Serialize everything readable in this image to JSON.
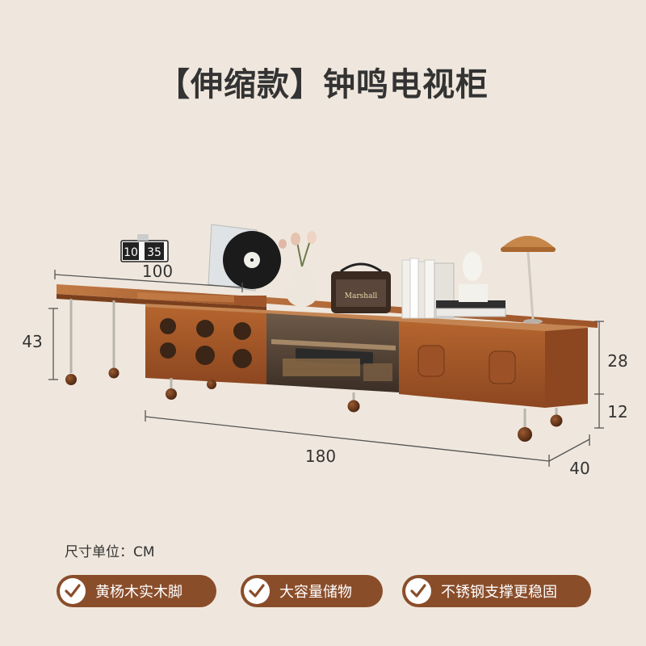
{
  "title": "【伸缩款】钟鸣电视柜",
  "clock": {
    "hour": "10",
    "minute": "35"
  },
  "radio_brand": "Marshall",
  "dimensions": {
    "extension": "100",
    "height_left": "43",
    "cabinet_height": "28",
    "leg_height": "12",
    "width": "180",
    "depth": "40"
  },
  "size_unit_label": "尺寸单位：CM",
  "badges": [
    {
      "label": "黄杨木实木脚",
      "icon": "check-circle-icon"
    },
    {
      "label": "大容量储物",
      "icon": "check-circle-icon"
    },
    {
      "label": "不锈钢支撑更稳固",
      "icon": "check-circle-icon"
    }
  ],
  "colors": {
    "background": "#efe7dd",
    "wood": "#a55a2a",
    "wood_dark": "#7a3f1c",
    "badge": "#8a4d2a"
  }
}
